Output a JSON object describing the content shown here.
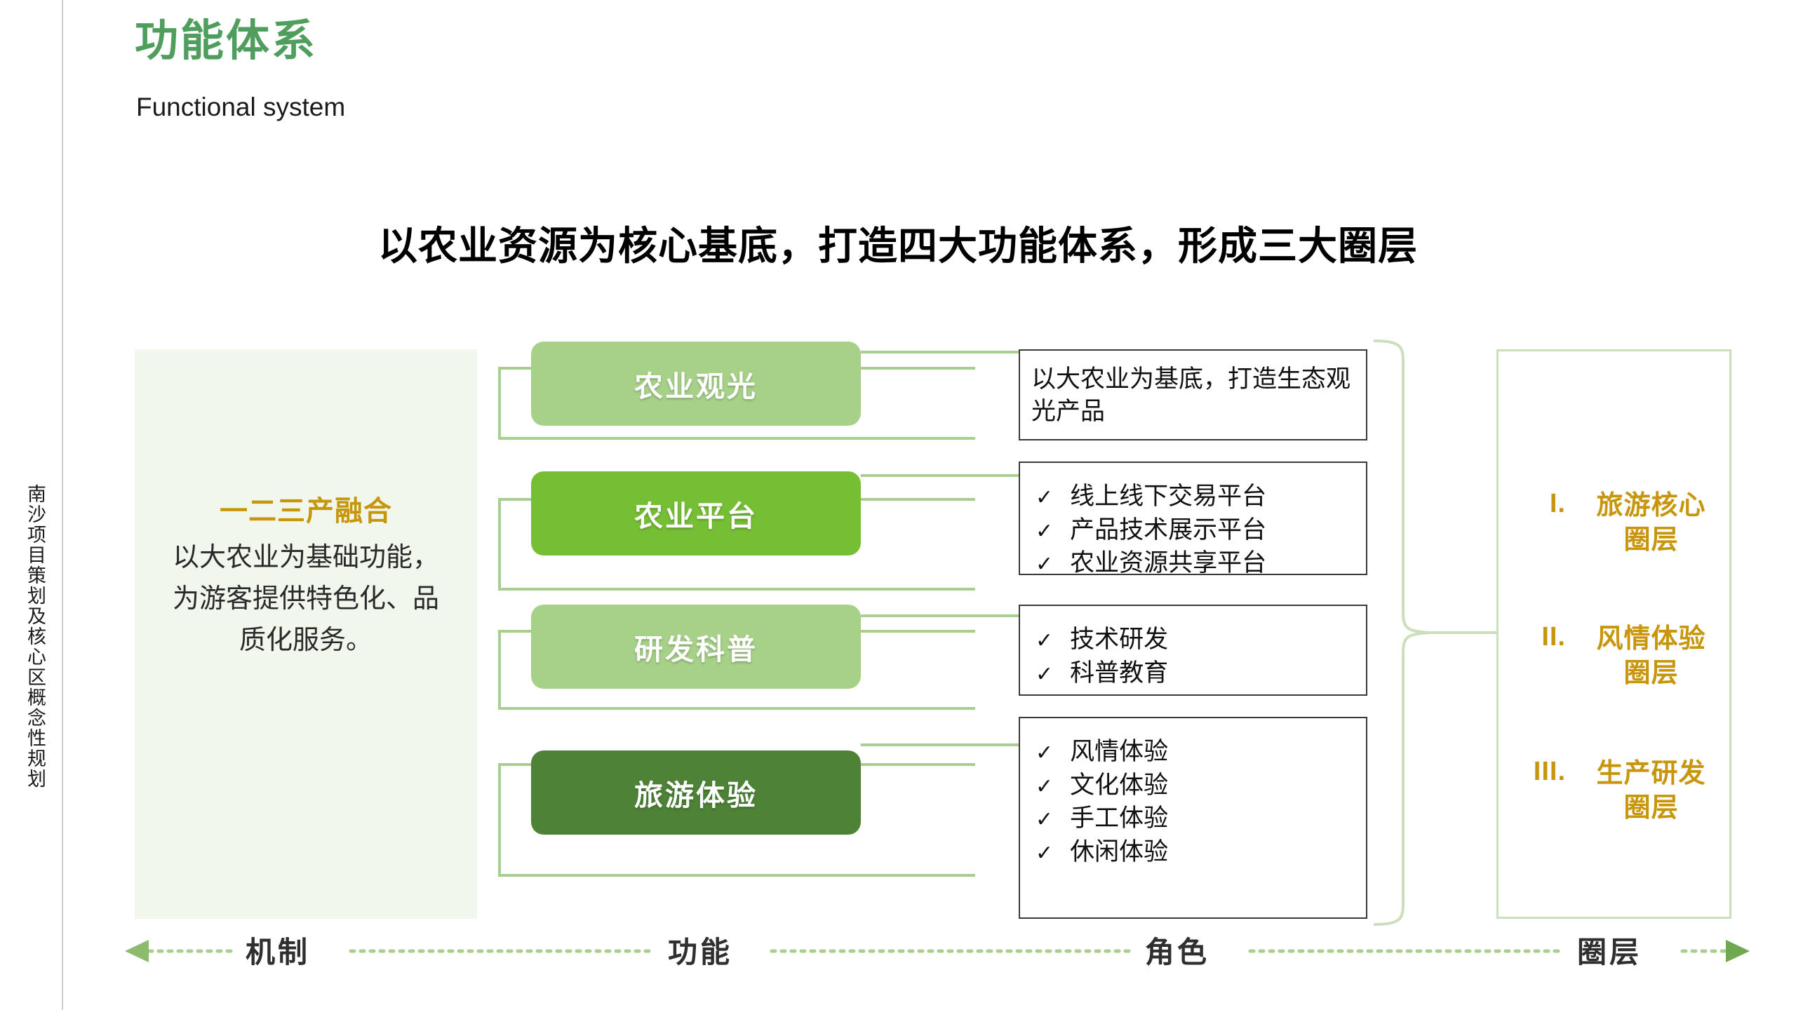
{
  "side_rail": {
    "vertical_text": "南沙项目策划及核心区概念性规划"
  },
  "header": {
    "title": "功能体系",
    "subtitle": "Functional system",
    "main_heading": "以农业资源为核心基底，打造四大功能体系，形成三大圈层"
  },
  "colors": {
    "title_green": "#4f9e5e",
    "gold": "#c8960c",
    "light_green": "#a7d189",
    "bright_green": "#76bf35",
    "dark_green": "#4e8337",
    "panel_bg": "#f1f7ec",
    "wire_green": "#a9cf90"
  },
  "mechanism": {
    "title": "一二三产融合",
    "body": "以大农业为基础功能，为游客提供特色化、品质化服务。"
  },
  "functions": [
    {
      "label": "农业观光",
      "color": "#a7d189"
    },
    {
      "label": "农业平台",
      "color": "#76bf35"
    },
    {
      "label": "研发科普",
      "color": "#a7d189"
    },
    {
      "label": "旅游体验",
      "color": "#4e8337"
    }
  ],
  "roles": [
    {
      "kind": "paragraph",
      "text": "以大农业为基底，打造生态观光产品",
      "items": []
    },
    {
      "kind": "list",
      "text": "",
      "items": [
        "线上线下交易平台",
        "产品技术展示平台",
        "农业资源共享平台"
      ]
    },
    {
      "kind": "list",
      "text": "",
      "items": [
        "技术研发",
        "科普教育"
      ]
    },
    {
      "kind": "list",
      "text": "",
      "items": [
        "风情体验",
        "文化体验",
        "手工体验",
        "休闲体验"
      ]
    }
  ],
  "check_glyph": "✓",
  "layers": [
    {
      "numeral": "I.",
      "label": "旅游核心\n圈层"
    },
    {
      "numeral": "II.",
      "label": "风情体验\n圈层"
    },
    {
      "numeral": "III.",
      "label": "生产研发\n圈层"
    }
  ],
  "axis": {
    "labels": [
      "机制",
      "功能",
      "角色",
      "圈层"
    ]
  }
}
